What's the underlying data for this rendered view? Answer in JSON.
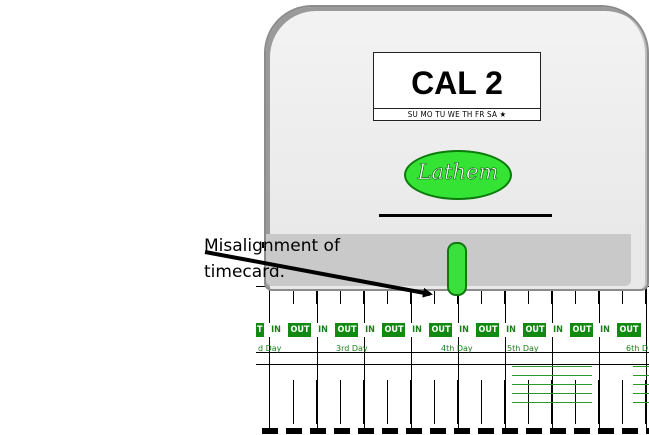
{
  "clock": {
    "display_text": "CAL 2",
    "days_strip": "SU MO TU WE TH FR SA ★",
    "brand": "Lathem"
  },
  "timecard": {
    "column_labels": [
      "T",
      "IN",
      "OUT",
      "IN",
      "OUT",
      "IN",
      "OUT",
      "IN",
      "OUT",
      "IN",
      "OUT",
      "IN",
      "OUT",
      "IN",
      "OUT",
      "IN",
      "OUT"
    ],
    "day_labels": [
      "d Day",
      "3rd Day",
      "4th Day",
      "5th Day",
      "6th D"
    ]
  },
  "annotation": {
    "line1": "Misalignment of",
    "line2": "timecard."
  },
  "colors": {
    "green_band": "#128a12",
    "logo_green": "#34e334",
    "indicator_green": "#3ce03c",
    "clock_body": "#ececec",
    "clock_bottom": "#c9c9c9"
  }
}
